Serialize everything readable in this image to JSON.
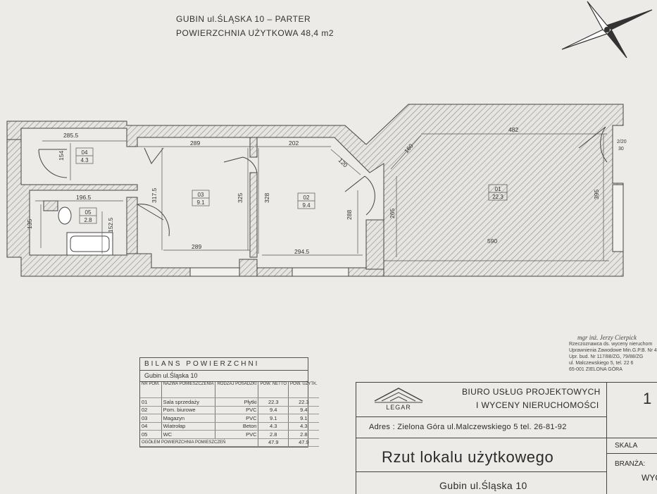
{
  "header": {
    "line1": "GUBIN  ul.ŚLĄSKA 10  –  PARTER",
    "line2": "POWIERZCHNIA UŻYTKOWA 48,4 m2"
  },
  "plan": {
    "rooms": [
      {
        "no": "04",
        "area": "4.3"
      },
      {
        "no": "05",
        "area": "2.8"
      },
      {
        "no": "03",
        "area": "9.1"
      },
      {
        "no": "02",
        "area": "9.4"
      },
      {
        "no": "01",
        "area": "22.3"
      }
    ],
    "dimensions": {
      "d285_5": "285.5",
      "d154": "154",
      "d196_5": "196.5",
      "d135": "135",
      "d152_5": "152.5",
      "d289a": "289",
      "d317_5": "317.5",
      "d325": "325",
      "d289b": "289",
      "d202": "202",
      "d120": "120",
      "d328": "328",
      "d288": "288",
      "d294_5": "294.5",
      "d160": "160",
      "d482": "482",
      "d265": "265",
      "d395": "395",
      "d590": "590",
      "d2_20": "2/20",
      "d30": "30"
    }
  },
  "balance": {
    "title": "BILANS POWIERZCHNI",
    "subtitle": "Gubin  ul.Śląska 10",
    "columns": [
      "NR POM.",
      "NAZWA POMIESZCZENIA",
      "RODZAJ POSADZKI",
      "POW. NETTO",
      "POW. UŻYTK."
    ],
    "rows": [
      {
        "nr": "01",
        "name": "Sala sprzedaży",
        "floor": "Płytki",
        "netto": "22.3",
        "uzytk": "22.3"
      },
      {
        "nr": "02",
        "name": "Pom. biurowe",
        "floor": "PVC",
        "netto": "9.4",
        "uzytk": "9.4"
      },
      {
        "nr": "03",
        "name": "Magazyn",
        "floor": "PVC",
        "netto": "9.1",
        "uzytk": "9.1"
      },
      {
        "nr": "04",
        "name": "Wiatrołap",
        "floor": "Beton",
        "netto": "4.3",
        "uzytk": "4.3"
      },
      {
        "nr": "05",
        "name": "WC",
        "floor": "PVC",
        "netto": "2.8",
        "uzytk": "2.8"
      }
    ],
    "total_label": "OGÓŁEM POWIERZCHNIA POMIESZCZEŃ",
    "total_netto": "47.9",
    "total_uzytk": "47.9"
  },
  "signature": {
    "name": "mgr inż. Jerzy Cierpick",
    "line1": "Rzeczoznawca ds. wyceny nieruchom",
    "line2": "Uprawnienia Zawodowe Min.G.P.B. Nr 4",
    "line3": "Upr. bud. Nr 117/88/ZG, 79/88/ZG",
    "line4": "ul. Malczewskiego 5, tel. 22 6",
    "line5": "65-001 ZIELONA GÓRA"
  },
  "title_block": {
    "logo": "LEGAR",
    "company1": "BIURO USŁUG PROJEKTOWYCH",
    "company2": "I WYCENY NIERUCHOMOŚCI",
    "address": "Adres : Zielona Góra  ul.Malczewskiego 5  tel. 26-81-92",
    "drawing_title": "Rzut lokalu użytkowego",
    "location": "Gubin  ul.Śląska 10",
    "sheet_no": "1",
    "skala_label": "SKALA",
    "branza_label": "BRANŻA:",
    "branza_value": "WYC"
  }
}
